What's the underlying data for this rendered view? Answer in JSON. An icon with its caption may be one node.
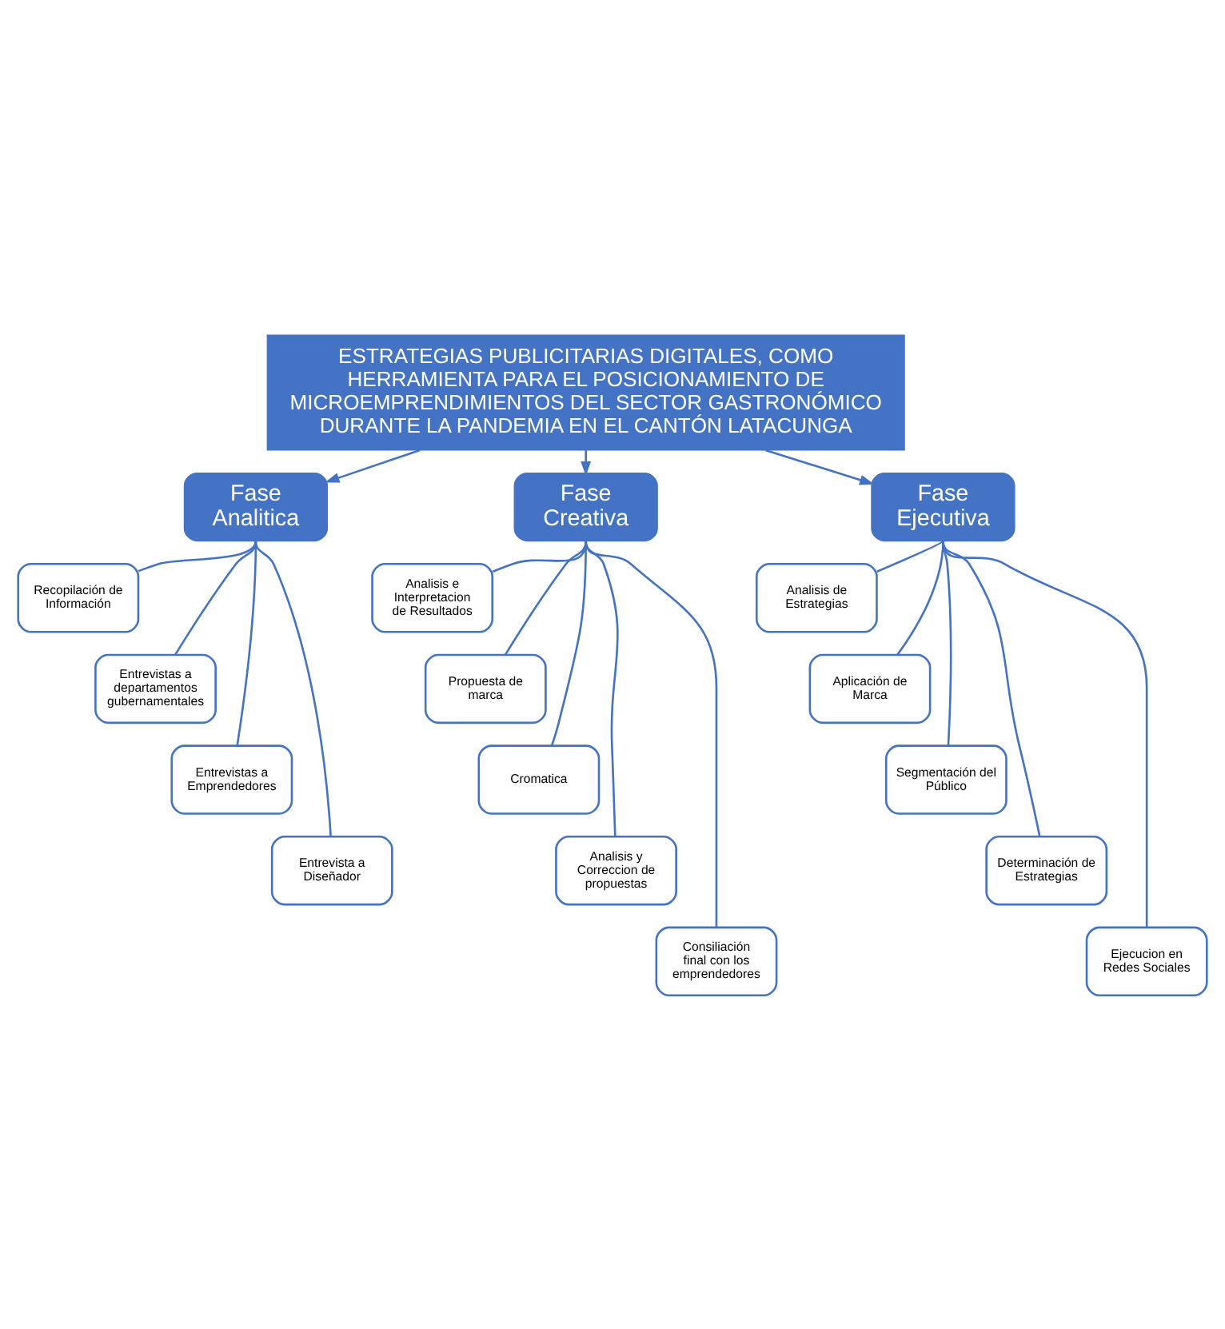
{
  "diagram": {
    "nodes": [
      {
        "text": [
          "ESTRATEGIAS PUBLICITARIAS DIGITALES, COMO HERRAMIENTA PARA EL POSICIONAMIENTO DE MICROEMPRENDIMIENTOS DEL SECTOR GASTRONÓMICO DURANTE LA PANDEMIA EN EL CANTÓN LATACUNGA"
        ]
      },
      {
        "text": [
          "Fase Analitica"
        ]
      },
      {
        "text": [
          "Fase Creativa"
        ]
      },
      {
        "text": [
          "Fase Ejecutiva"
        ]
      },
      {
        "text": [
          "Recopilación de Información"
        ]
      },
      {
        "text": [
          "Entrevistas a departamentos gubernamentales"
        ]
      },
      {
        "text": [
          "Entrevistas a Emprendedores"
        ]
      },
      {
        "text": [
          "Entrevista a Diseñador"
        ]
      },
      {
        "text": [
          "Analisis e Interpretacion de Resultados"
        ]
      },
      {
        "text": [
          "Propuesta de marca"
        ]
      },
      {
        "text": [
          "Cromatica"
        ]
      },
      {
        "text": [
          "Analisis y Correccion de propuestas"
        ]
      },
      {
        "text": [
          "Consiliación final con los emprendedores"
        ]
      },
      {
        "text": [
          "Analisis de Estrategias"
        ]
      },
      {
        "text": [
          "Aplicación de Marca"
        ]
      },
      {
        "text": [
          "Segmentación del Público"
        ]
      },
      {
        "text": [
          "Determinación de Estrategias"
        ]
      },
      {
        "text": [
          "Ejecucion en Redes Sociales"
        ]
      }
    ],
    "edges": [
      {
        "from": 0,
        "to": 1,
        "arrow": "to"
      },
      {
        "from": 0,
        "to": 2,
        "arrow": "to"
      },
      {
        "from": 0,
        "to": 3,
        "arrow": "to"
      },
      {
        "from": 1,
        "to": 4,
        "arrow": "none"
      },
      {
        "from": 1,
        "to": 5,
        "arrow": "none"
      },
      {
        "from": 1,
        "to": 6,
        "arrow": "none"
      },
      {
        "from": 1,
        "to": 7,
        "arrow": "none"
      },
      {
        "from": 2,
        "to": 8,
        "arrow": "none"
      },
      {
        "from": 2,
        "to": 9,
        "arrow": "none"
      },
      {
        "from": 2,
        "to": 10,
        "arrow": "none"
      },
      {
        "from": 2,
        "to": 11,
        "arrow": "none"
      },
      {
        "from": 2,
        "to": 12,
        "arrow": "none"
      },
      {
        "from": 3,
        "to": 13,
        "arrow": "none"
      },
      {
        "from": 3,
        "to": 14,
        "arrow": "none"
      },
      {
        "from": 3,
        "to": 15,
        "arrow": "none"
      },
      {
        "from": 3,
        "to": 16,
        "arrow": "none"
      },
      {
        "from": 3,
        "to": 17,
        "arrow": "none"
      }
    ]
  }
}
